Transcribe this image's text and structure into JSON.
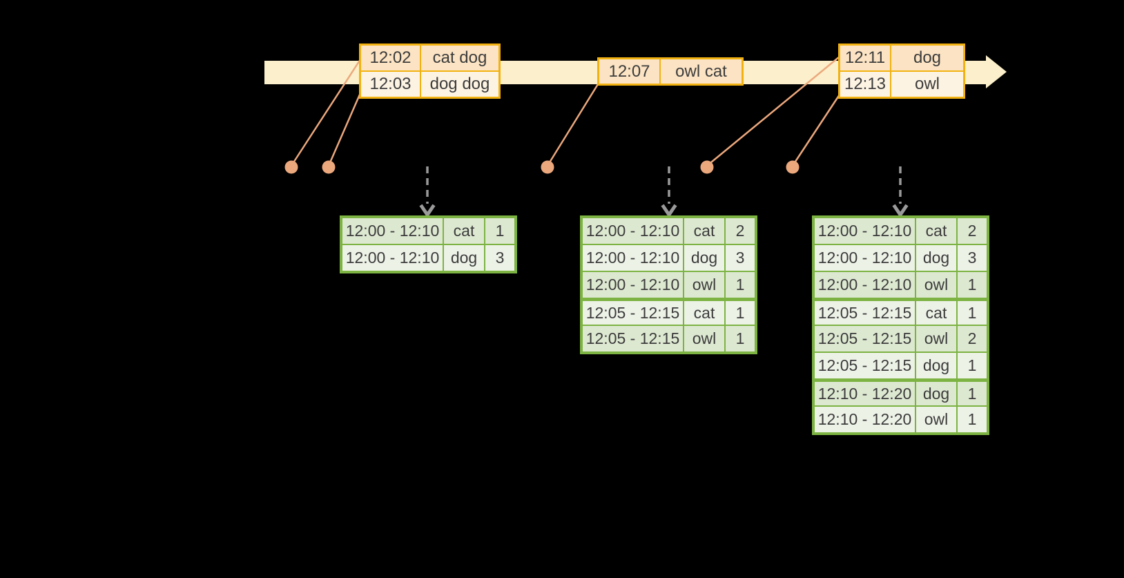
{
  "colors": {
    "band": "#FBF0CB",
    "gold": "#F1B211",
    "peach_dark": "#FBE3C3",
    "peach_light": "#FDF3E3",
    "salmon": "#ECA87D",
    "arrow_gray": "#9A9A9A",
    "green": "#7CB342",
    "green_row_dark": "#DDE8D1",
    "green_row_light": "#EDF2E7",
    "ink": "#3C3C3C"
  },
  "event_tables": [
    {
      "rows": [
        {
          "time": "12:02",
          "words": "cat dog"
        },
        {
          "time": "12:03",
          "words": "dog dog"
        }
      ]
    },
    {
      "rows": [
        {
          "time": "12:07",
          "words": "owl cat"
        }
      ]
    },
    {
      "rows": [
        {
          "time": "12:11",
          "words": "dog"
        },
        {
          "time": "12:13",
          "words": "owl"
        }
      ]
    }
  ],
  "result_tables": [
    {
      "rows": [
        [
          "12:00 - 12:10",
          "cat",
          "1"
        ],
        [
          "12:00 - 12:10",
          "dog",
          "3"
        ]
      ]
    },
    {
      "rows": [
        [
          "12:00 - 12:10",
          "cat",
          "2"
        ],
        [
          "12:00 - 12:10",
          "dog",
          "3"
        ],
        [
          "12:00 - 12:10",
          "owl",
          "1"
        ],
        [
          "12:05 - 12:15",
          "cat",
          "1"
        ],
        [
          "12:05 - 12:15",
          "owl",
          "1"
        ]
      ]
    },
    {
      "rows": [
        [
          "12:00 - 12:10",
          "cat",
          "2"
        ],
        [
          "12:00 - 12:10",
          "dog",
          "3"
        ],
        [
          "12:00 - 12:10",
          "owl",
          "1"
        ],
        [
          "12:05 - 12:15",
          "cat",
          "1"
        ],
        [
          "12:05 - 12:15",
          "owl",
          "2"
        ],
        [
          "12:05 - 12:15",
          "dog",
          "1"
        ],
        [
          "12:10 - 12:20",
          "dog",
          "1"
        ],
        [
          "12:10 - 12:20",
          "owl",
          "1"
        ]
      ]
    }
  ]
}
